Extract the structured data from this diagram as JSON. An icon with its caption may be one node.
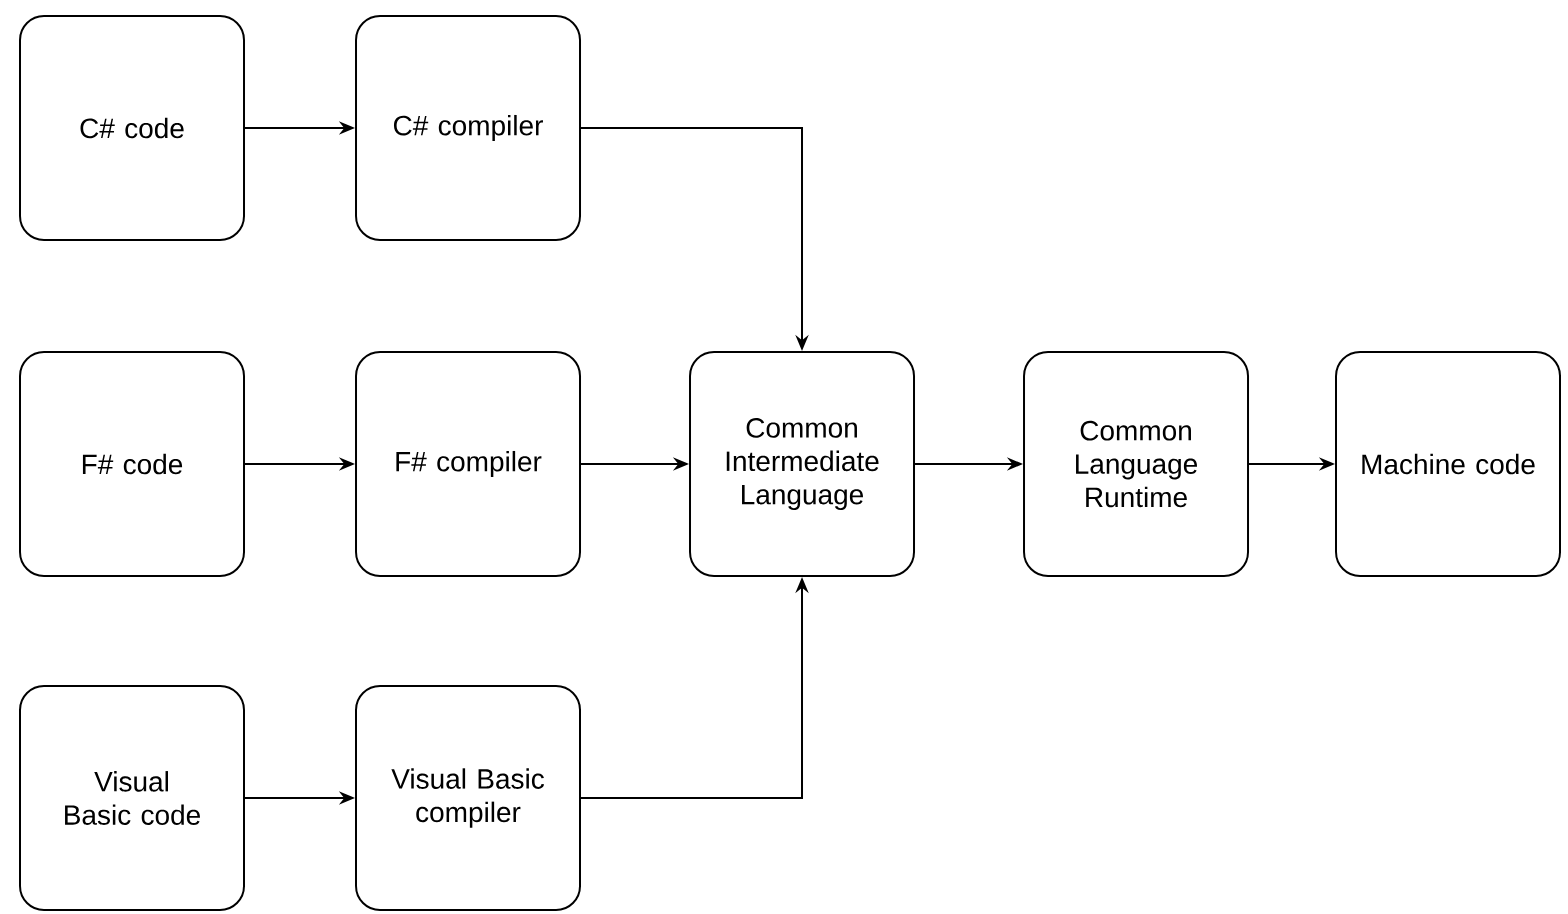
{
  "diagram": {
    "nodes": [
      {
        "text": [
          "C# code"
        ]
      },
      {
        "text": [
          "C# compiler"
        ]
      },
      {
        "text": [
          "F# code"
        ]
      },
      {
        "text": [
          "F# compiler"
        ]
      },
      {
        "text": [
          "Common Intermediate Language"
        ]
      },
      {
        "text": [
          "Common Language Runtime"
        ]
      },
      {
        "text": [
          "Machine code"
        ]
      },
      {
        "text": [
          "Visual Basic code"
        ]
      },
      {
        "text": [
          "Visual Basic compiler"
        ]
      }
    ],
    "edges": [
      {
        "from": 0,
        "to": 1,
        "arrow": "to"
      },
      {
        "from": 1,
        "to": 4,
        "arrow": "to"
      },
      {
        "from": 2,
        "to": 3,
        "arrow": "to"
      },
      {
        "from": 3,
        "to": 4,
        "arrow": "to"
      },
      {
        "from": 4,
        "to": 5,
        "arrow": "to"
      },
      {
        "from": 5,
        "to": 6,
        "arrow": "to"
      },
      {
        "from": 7,
        "to": 8,
        "arrow": "to"
      },
      {
        "from": 8,
        "to": 4,
        "arrow": "to"
      }
    ]
  }
}
